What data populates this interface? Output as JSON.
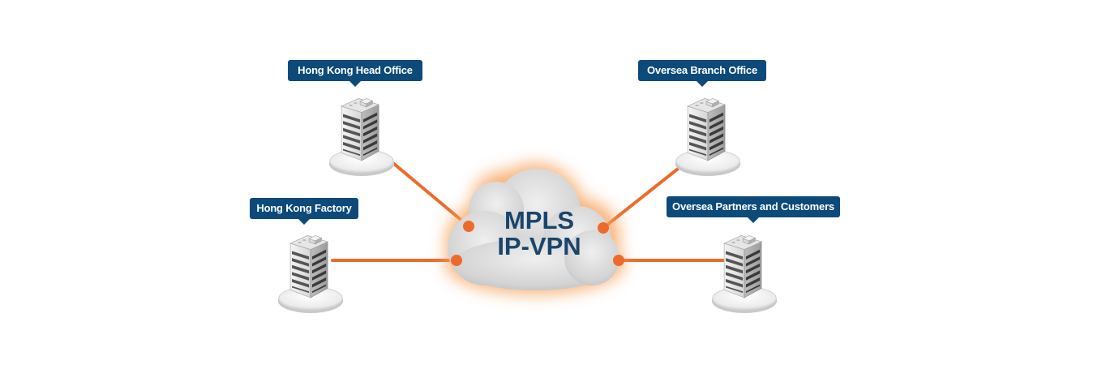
{
  "diagram": {
    "cloud": {
      "line1": "MPLS",
      "line2": "IP-VPN"
    },
    "sites": [
      {
        "id": "hk-head-office",
        "label": "Hong Kong Head Office"
      },
      {
        "id": "oversea-branch-office",
        "label": "Oversea Branch Office"
      },
      {
        "id": "hk-factory",
        "label": "Hong Kong Factory"
      },
      {
        "id": "oversea-partners",
        "label": "Oversea Partners and Customers"
      }
    ]
  },
  "colors": {
    "label_bg": "#0c4a7a",
    "label_text": "#ffffff",
    "link": "#ee6a2b",
    "cloud_text": "#19456b",
    "cloud_fill": "#d9d9d9",
    "glow": "#f7a25a"
  }
}
